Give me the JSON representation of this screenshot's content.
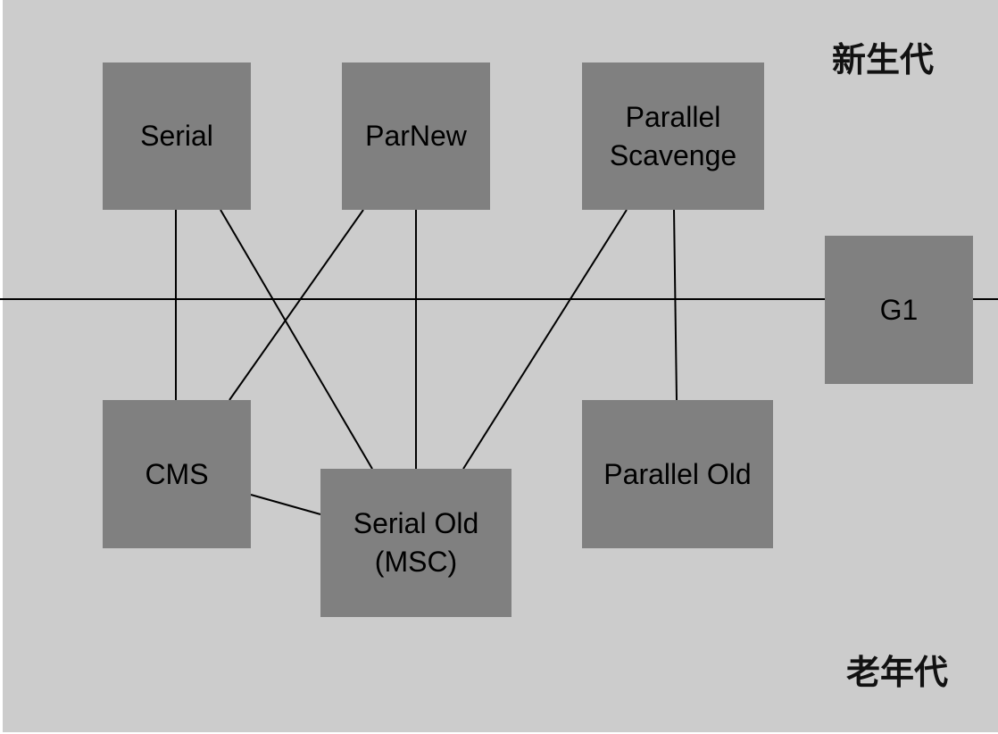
{
  "diagram": {
    "regions": {
      "young": "新生代",
      "old": "老年代"
    },
    "collectors": {
      "serial": "Serial",
      "parnew": "ParNew",
      "parallel_scavenge_line1": "Parallel",
      "parallel_scavenge_line2": "Scavenge",
      "g1": "G1",
      "cms": "CMS",
      "serial_old_line1": "Serial Old",
      "serial_old_line2": "(MSC)",
      "parallel_old": "Parallel Old"
    },
    "connections": [
      [
        "Serial",
        "CMS"
      ],
      [
        "Serial",
        "Serial Old (MSC)"
      ],
      [
        "ParNew",
        "CMS"
      ],
      [
        "ParNew",
        "Serial Old (MSC)"
      ],
      [
        "Parallel Scavenge",
        "Serial Old (MSC)"
      ],
      [
        "Parallel Scavenge",
        "Parallel Old"
      ],
      [
        "CMS",
        "Serial Old (MSC)"
      ]
    ],
    "colors": {
      "background": "#cccccc",
      "box": "#808080",
      "line": "#000000"
    }
  }
}
